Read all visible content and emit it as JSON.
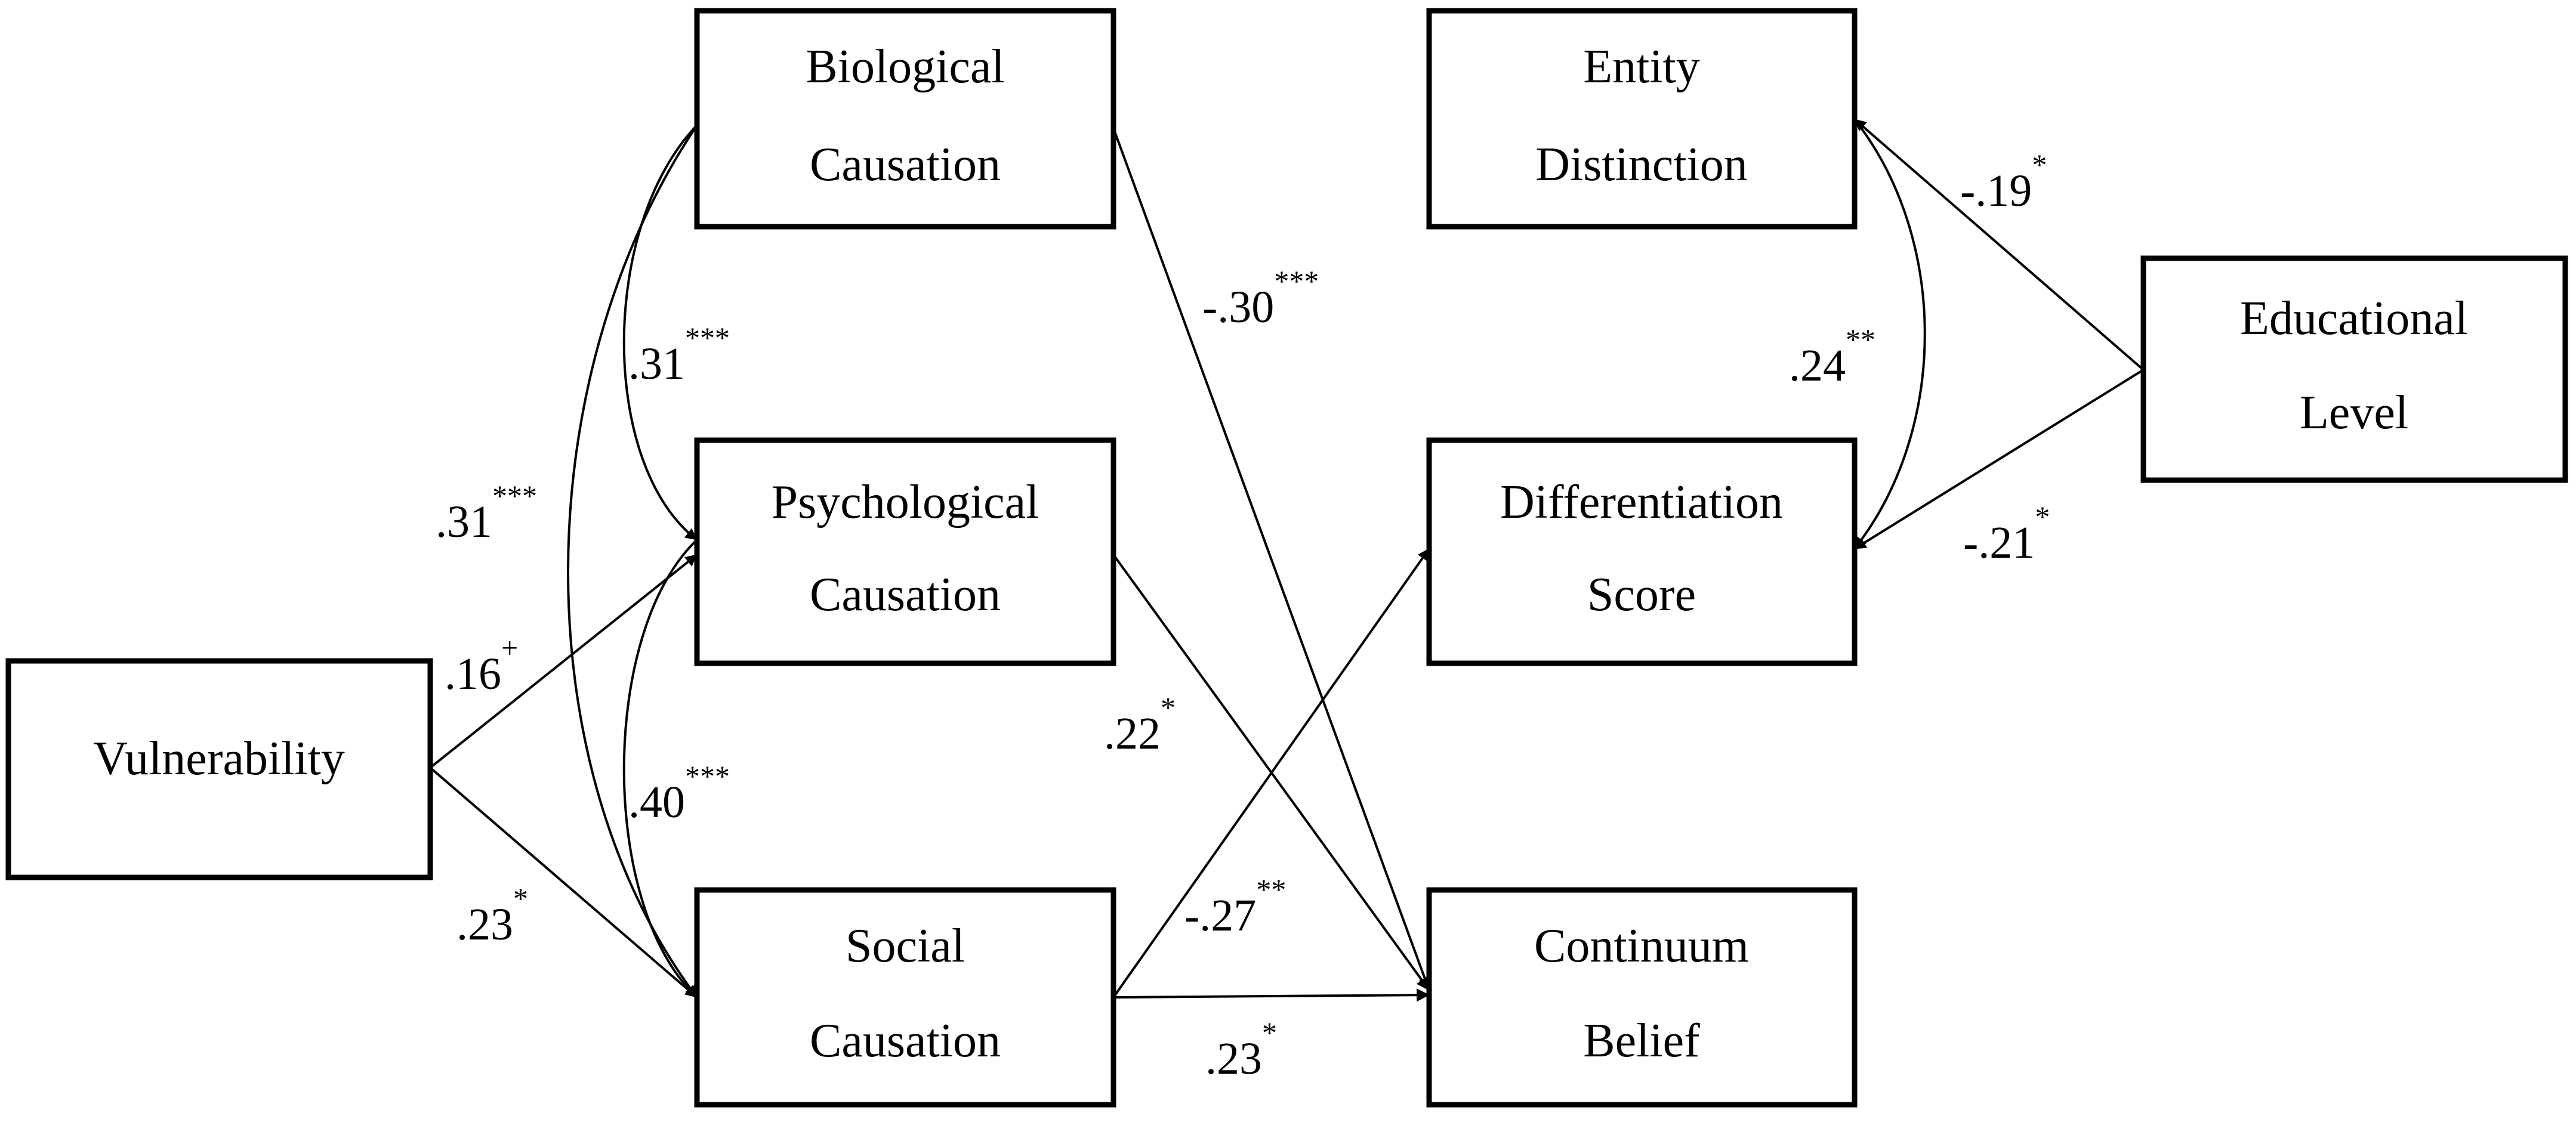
{
  "nodes": {
    "biological": {
      "line1": "Biological",
      "line2": "Causation"
    },
    "psychological": {
      "line1": "Psychological",
      "line2": "Causation"
    },
    "social": {
      "line1": "Social",
      "line2": "Causation"
    },
    "vulnerability": {
      "line1": "Vulnerability"
    },
    "entity": {
      "line1": "Entity",
      "line2": "Distinction"
    },
    "differentiation": {
      "line1": "Differentiation",
      "line2": "Score"
    },
    "continuum": {
      "line1": "Continuum",
      "line2": "Belief"
    },
    "educational": {
      "line1": "Educational",
      "line2": "Level"
    }
  },
  "coefficients": {
    "bio_psy_cov": {
      "value": ".31",
      "sig": "***"
    },
    "bio_soc_cov": {
      "value": ".31",
      "sig": "***"
    },
    "psy_soc_cov": {
      "value": ".40",
      "sig": "***"
    },
    "vul_psy": {
      "value": ".16",
      "sig": "+"
    },
    "vul_soc": {
      "value": ".23",
      "sig": "*"
    },
    "bio_cont": {
      "value": "-.30",
      "sig": "***"
    },
    "psy_cont": {
      "value": ".22",
      "sig": "*"
    },
    "soc_diff": {
      "value": "-.27",
      "sig": "**"
    },
    "soc_cont": {
      "value": ".23",
      "sig": "*"
    },
    "edu_entity": {
      "value": "-.19",
      "sig": "*"
    },
    "edu_diff": {
      "value": "-.21",
      "sig": "*"
    },
    "entity_diff_cov": {
      "value": ".24",
      "sig": "**"
    }
  },
  "colors": {
    "stroke": "#000000",
    "background": "#ffffff"
  }
}
